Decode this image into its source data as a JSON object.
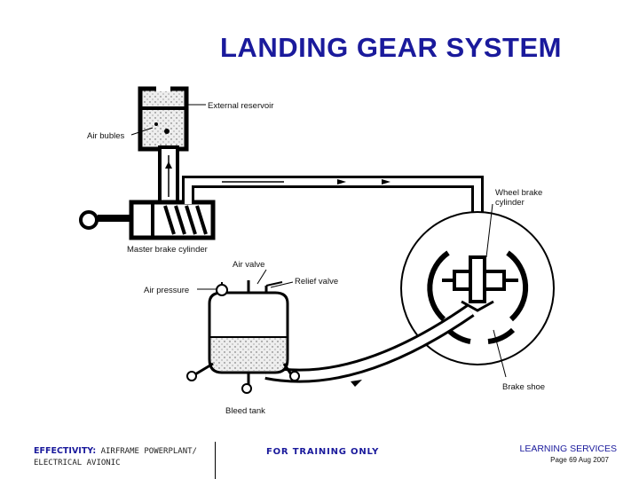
{
  "title": "LANDING GEAR SYSTEM",
  "labels": {
    "external_reservoir": "External reservoir",
    "air_bubles": "Air bubles",
    "wheel_brake_cylinder_1": "Wheel brake",
    "wheel_brake_cylinder_2": "cylinder",
    "master_brake_cylinder": "Master brake cylinder",
    "air_valve": "Air valve",
    "relief_valve": "Relief valve",
    "air_pressure": "Air pressure",
    "brake_shoe": "Brake shoe",
    "bleed_tank": "Bleed tank"
  },
  "footer": {
    "effectivity_label": "EFFECTIVITY:",
    "effectivity_line1": "AIRFRAME POWERPLANT/",
    "effectivity_line2": "ELECTRICAL AVIONIC",
    "training": "FOR TRAINING ONLY",
    "learning_services": "LEARNING SERVICES",
    "page_info": "Page 69 Aug 2007"
  }
}
